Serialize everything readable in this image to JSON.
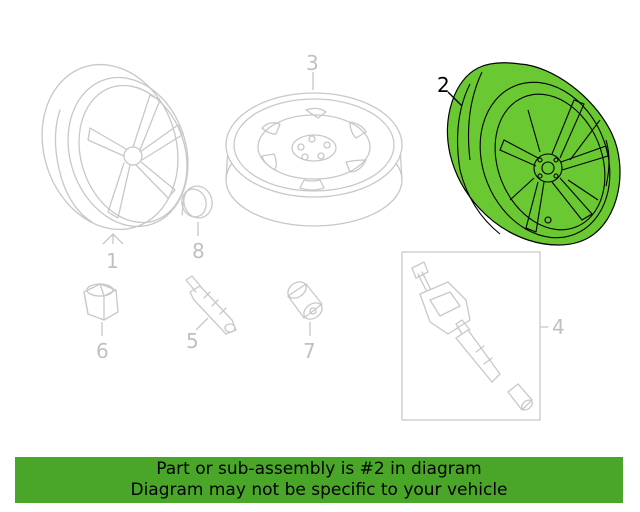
{
  "colors": {
    "highlight": "#6ac832",
    "banner": "#4aa628",
    "ghost_line": "#c8c8c8"
  },
  "callouts": {
    "c1": "1",
    "c2": "2",
    "c3": "3",
    "c4": "4",
    "c5": "5",
    "c6": "6",
    "c7": "7",
    "c8": "8"
  },
  "highlighted_part": "2",
  "banner": {
    "line1": "Part or sub-assembly is #2 in diagram",
    "line2": "Diagram may not be specific to your vehicle"
  }
}
